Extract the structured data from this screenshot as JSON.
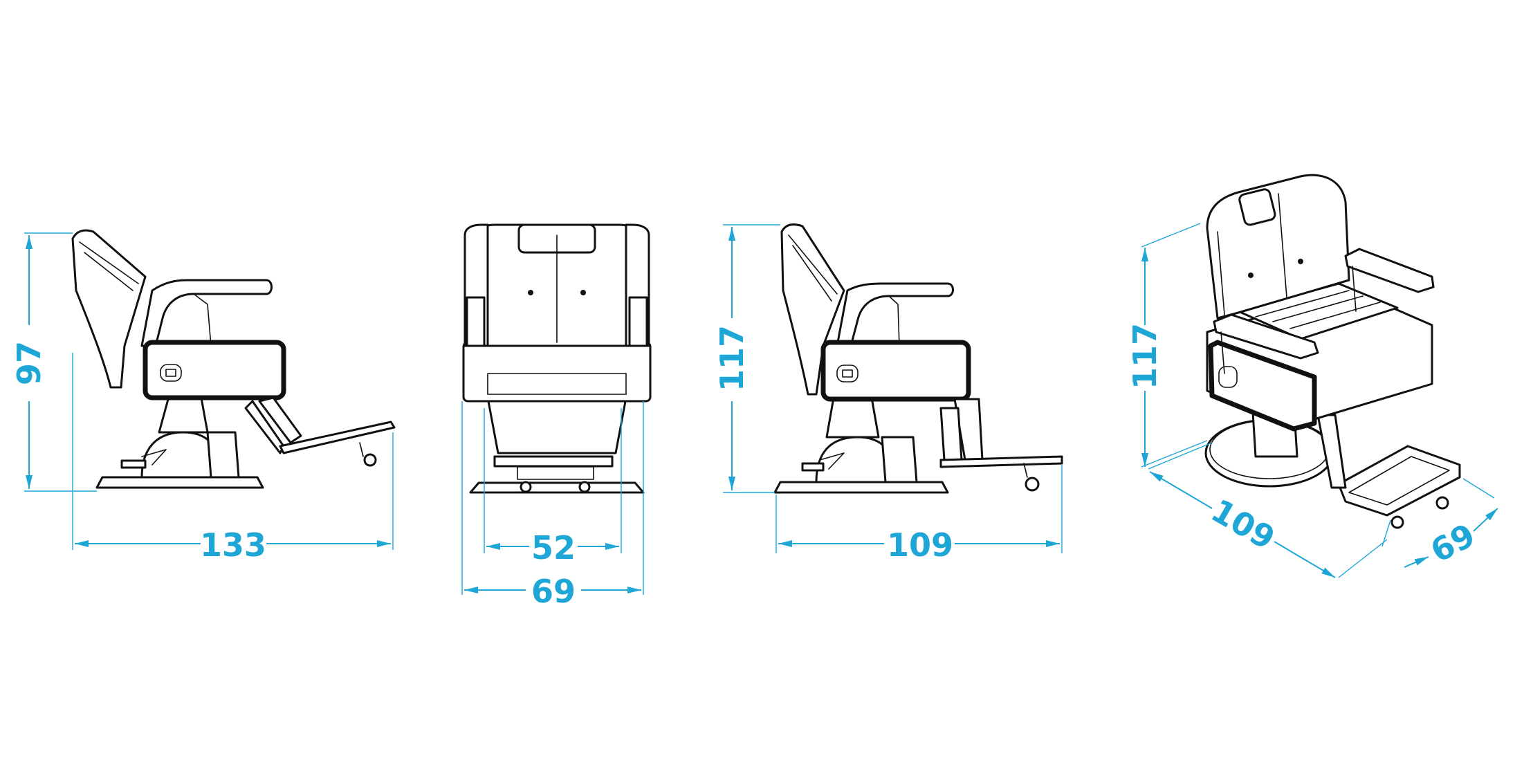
{
  "theme": {
    "dimension_color": "#1ea6d6",
    "line_color": "#111111",
    "background": "#ffffff"
  },
  "views": {
    "side_upright": {
      "width_dim": "133",
      "height_dim": "97"
    },
    "front": {
      "inner_width_dim": "52",
      "outer_width_dim": "69"
    },
    "side_reclined": {
      "width_dim": "109",
      "height_dim": "117"
    },
    "isometric": {
      "height_dim": "117",
      "length_dim": "109",
      "width_dim": "69"
    }
  }
}
